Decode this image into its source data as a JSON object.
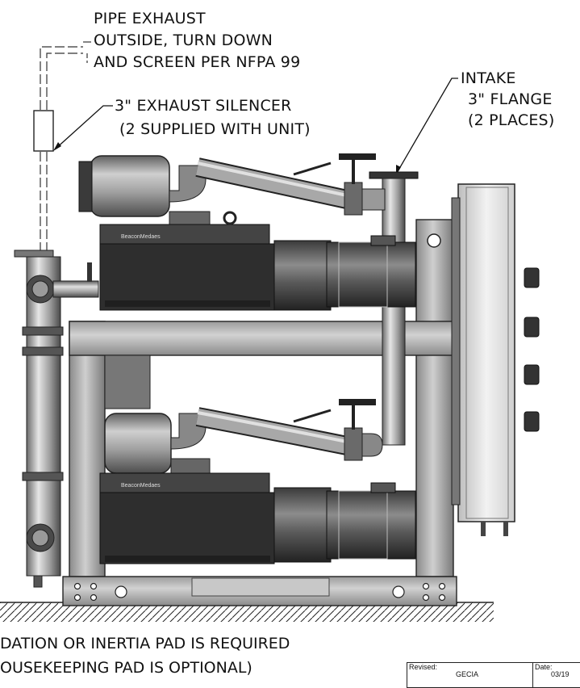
{
  "labels": {
    "exhaust_line1": "PIPE EXHAUST",
    "exhaust_line2": "OUTSIDE, TURN DOWN",
    "exhaust_line3": "AND SCREEN PER NFPA 99",
    "silencer_line1": "3\" EXHAUST SILENCER",
    "silencer_line2": "(2 SUPPLIED WITH UNIT)",
    "intake_line1": "INTAKE",
    "intake_line2": "3\" FLANGE",
    "intake_line3": "(2 PLACES)",
    "pad_note_line1": "DATION OR INERTIA PAD IS REQUIRED",
    "pad_note_line2": "OUSEKEEPING PAD IS OPTIONAL)"
  },
  "pump_brand": "BeaconMedaes",
  "title_block": {
    "revised_caption": "Revised:",
    "revised_value": "GECIA",
    "date_caption": "Date:",
    "date_value": "03/19"
  }
}
